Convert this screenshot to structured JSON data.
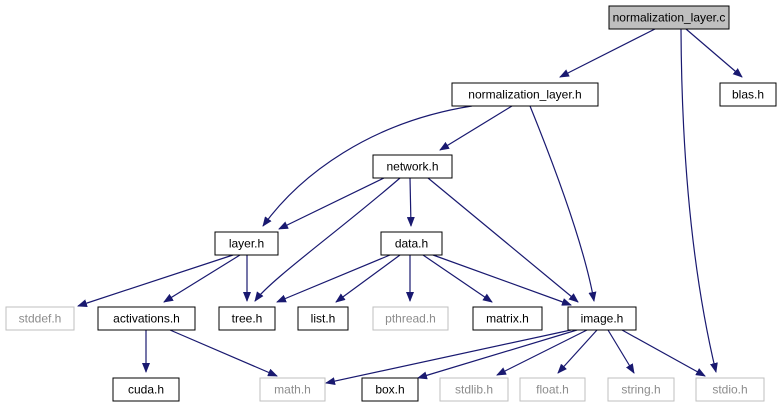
{
  "graph": {
    "edge_color": "#191970",
    "nodes": [
      {
        "id": "normalization_layer_c",
        "label": "normalization_layer.c",
        "style": "root"
      },
      {
        "id": "normalization_layer_h",
        "label": "normalization_layer.h",
        "style": "header"
      },
      {
        "id": "blas_h",
        "label": "blas.h",
        "style": "header"
      },
      {
        "id": "network_h",
        "label": "network.h",
        "style": "header"
      },
      {
        "id": "layer_h",
        "label": "layer.h",
        "style": "header"
      },
      {
        "id": "data_h",
        "label": "data.h",
        "style": "header"
      },
      {
        "id": "stddef_h",
        "label": "stddef.h",
        "style": "system"
      },
      {
        "id": "activations_h",
        "label": "activations.h",
        "style": "header"
      },
      {
        "id": "tree_h",
        "label": "tree.h",
        "style": "header"
      },
      {
        "id": "list_h",
        "label": "list.h",
        "style": "header"
      },
      {
        "id": "pthread_h",
        "label": "pthread.h",
        "style": "system"
      },
      {
        "id": "matrix_h",
        "label": "matrix.h",
        "style": "header"
      },
      {
        "id": "image_h",
        "label": "image.h",
        "style": "header"
      },
      {
        "id": "cuda_h",
        "label": "cuda.h",
        "style": "header"
      },
      {
        "id": "math_h",
        "label": "math.h",
        "style": "system"
      },
      {
        "id": "box_h",
        "label": "box.h",
        "style": "header"
      },
      {
        "id": "stdlib_h",
        "label": "stdlib.h",
        "style": "system"
      },
      {
        "id": "float_h",
        "label": "float.h",
        "style": "system"
      },
      {
        "id": "string_h",
        "label": "string.h",
        "style": "system"
      },
      {
        "id": "stdio_h",
        "label": "stdio.h",
        "style": "system"
      }
    ],
    "edges": [
      {
        "from": "normalization_layer_c",
        "to": "normalization_layer_h"
      },
      {
        "from": "normalization_layer_c",
        "to": "blas_h"
      },
      {
        "from": "normalization_layer_c",
        "to": "stdio_h"
      },
      {
        "from": "normalization_layer_h",
        "to": "network_h"
      },
      {
        "from": "normalization_layer_h",
        "to": "layer_h"
      },
      {
        "from": "normalization_layer_h",
        "to": "image_h"
      },
      {
        "from": "network_h",
        "to": "layer_h"
      },
      {
        "from": "network_h",
        "to": "data_h"
      },
      {
        "from": "network_h",
        "to": "tree_h"
      },
      {
        "from": "network_h",
        "to": "image_h"
      },
      {
        "from": "layer_h",
        "to": "stddef_h"
      },
      {
        "from": "layer_h",
        "to": "activations_h"
      },
      {
        "from": "layer_h",
        "to": "tree_h"
      },
      {
        "from": "data_h",
        "to": "tree_h"
      },
      {
        "from": "data_h",
        "to": "list_h"
      },
      {
        "from": "data_h",
        "to": "pthread_h"
      },
      {
        "from": "data_h",
        "to": "matrix_h"
      },
      {
        "from": "data_h",
        "to": "image_h"
      },
      {
        "from": "activations_h",
        "to": "cuda_h"
      },
      {
        "from": "activations_h",
        "to": "math_h"
      },
      {
        "from": "image_h",
        "to": "math_h"
      },
      {
        "from": "image_h",
        "to": "box_h"
      },
      {
        "from": "image_h",
        "to": "stdlib_h"
      },
      {
        "from": "image_h",
        "to": "float_h"
      },
      {
        "from": "image_h",
        "to": "string_h"
      },
      {
        "from": "image_h",
        "to": "stdio_h"
      }
    ]
  }
}
